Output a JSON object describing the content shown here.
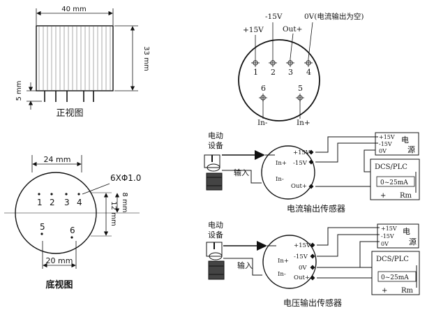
{
  "front_view": {
    "width_dim": "40 mm",
    "height_dim": "33 mm",
    "pin_dim": "5 mm",
    "caption": "正视图"
  },
  "bottom_view": {
    "width_dim": "24 mm",
    "hole_spec": "6XΦ1.0",
    "pins_top": [
      "1",
      "2",
      "3",
      "4"
    ],
    "pins_bottom": [
      "5",
      "6"
    ],
    "vdim_upper": "8 mm",
    "vdim_lower": "12 mm",
    "bottom_dim": "20 mm",
    "caption": "底视图"
  },
  "pin_diagram": {
    "top_labels": {
      "neg15": "-15V",
      "pos15": "+15V",
      "out": "Out+",
      "zero": "0V(电流输出为空)"
    },
    "pins_top": [
      "1",
      "2",
      "3",
      "4"
    ],
    "pins_bottom": [
      "6",
      "5"
    ],
    "in_minus": "In-",
    "in_plus": "In+"
  },
  "current_diagram": {
    "equipment": "电动\n设备",
    "equipment_l1": "电动",
    "equipment_l2": "设备",
    "input": "输入",
    "sensor_labels": [
      "In+",
      "In-",
      "+15V",
      "-15V",
      "Out+"
    ],
    "supply_labels": [
      "+15V",
      "-15V",
      "0V"
    ],
    "supply_name_l1": "电",
    "supply_name_l2": "源",
    "dcs": "DCS/PLC",
    "range": "0~25mA",
    "plus": "+",
    "rm": "Rm",
    "caption": "电流输出传感器"
  },
  "voltage_diagram": {
    "equipment_l1": "电动",
    "equipment_l2": "设备",
    "input": "输入",
    "sensor_labels": [
      "In+",
      "In-",
      "+15V",
      "-15V",
      "0V",
      "Out+"
    ],
    "supply_labels": [
      "+15V",
      "-15V",
      "0V"
    ],
    "supply_name_l1": "电",
    "supply_name_l2": "源",
    "dcs": "DCS/PLC",
    "range": "0~25mA",
    "plus": "+",
    "rm": "Rm",
    "caption": "电压输出传感器"
  }
}
